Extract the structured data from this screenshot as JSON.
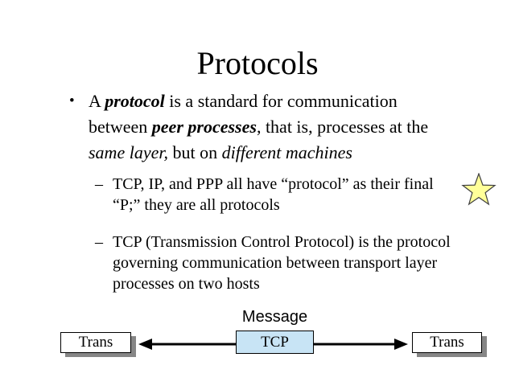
{
  "title": "Protocols",
  "main_bullet": {
    "marker": "•",
    "lines": [
      {
        "runs": [
          {
            "text": "A ",
            "style": "normal"
          },
          {
            "text": "protocol",
            "style": "bold-italic"
          },
          {
            "text": " is a standard for communication",
            "style": "normal"
          }
        ]
      },
      {
        "runs": [
          {
            "text": "between ",
            "style": "normal"
          },
          {
            "text": "peer processes",
            "style": "bold-italic"
          },
          {
            "text": ", that is, processes at the",
            "style": "normal"
          }
        ]
      },
      {
        "runs": [
          {
            "text": "same layer,",
            "style": "italic"
          },
          {
            "text": " but on ",
            "style": "normal"
          },
          {
            "text": "different machines",
            "style": "italic"
          }
        ]
      }
    ]
  },
  "sub_bullets": [
    {
      "marker": "–",
      "lines": [
        "TCP, IP, and PPP all have “protocol” as their final",
        "“P;” they are all protocols"
      ],
      "icon": "star-icon"
    },
    {
      "marker": "–",
      "lines": [
        "TCP (Transmission Control Protocol) is the protocol",
        "governing communication between transport layer",
        "processes on two hosts"
      ]
    }
  ],
  "diagram": {
    "message_label": "Message",
    "left_box_label": "Trans",
    "center_box_label": "TCP",
    "right_box_label": "Trans"
  },
  "colors": {
    "background": "#FFFFFF",
    "text": "#000000",
    "tcp_box_fill": "#C8E4F5",
    "box_border": "#000000",
    "box_shadow": "#868686",
    "star_fill": "#FFFF99",
    "star_outline": "#404040",
    "arrow": "#000000"
  }
}
